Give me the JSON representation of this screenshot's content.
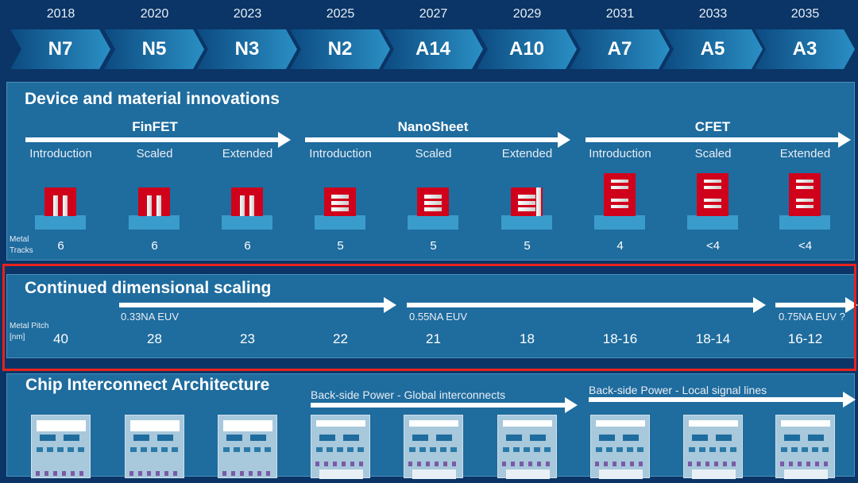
{
  "timeline": [
    {
      "year": "2018",
      "node": "N7"
    },
    {
      "year": "2020",
      "node": "N5"
    },
    {
      "year": "2023",
      "node": "N3"
    },
    {
      "year": "2025",
      "node": "N2"
    },
    {
      "year": "2027",
      "node": "A14"
    },
    {
      "year": "2029",
      "node": "A10"
    },
    {
      "year": "2031",
      "node": "A7"
    },
    {
      "year": "2033",
      "node": "A5"
    },
    {
      "year": "2035",
      "node": "A3"
    }
  ],
  "device": {
    "title": "Device and material innovations",
    "groups": [
      "FinFET",
      "NanoSheet",
      "CFET"
    ],
    "stages": [
      "Introduction",
      "Scaled",
      "Extended",
      "Introduction",
      "Scaled",
      "Extended",
      "Introduction",
      "Scaled",
      "Extended"
    ],
    "device_types": [
      "finfet",
      "finfet",
      "finfet",
      "nanosheet",
      "nanosheet",
      "nanosheet-wall",
      "cfet",
      "cfet",
      "cfet"
    ],
    "tracks_label_1": "Metal",
    "tracks_label_2": "Tracks",
    "tracks": [
      "6",
      "6",
      "6",
      "5",
      "5",
      "5",
      "4",
      "<4",
      "<4"
    ]
  },
  "scaling": {
    "title": "Continued dimensional scaling",
    "euv": [
      "0.33NA EUV",
      "0.55NA EUV",
      "0.75NA EUV ?"
    ],
    "pitch_label_1": "Metal Pitch",
    "pitch_label_2": "[nm]",
    "pitch": [
      "40",
      "28",
      "23",
      "22",
      "21",
      "18",
      "18-16",
      "18-14",
      "16-12"
    ]
  },
  "interconnect": {
    "title": "Chip Interconnect Architecture",
    "phases": [
      "Back-side Power - Global interconnects",
      "Back-side Power - Local signal lines"
    ]
  },
  "colors": {
    "highlight": "#e8221c",
    "device_red": "#d0021b",
    "panel": "#1f6c9e"
  }
}
